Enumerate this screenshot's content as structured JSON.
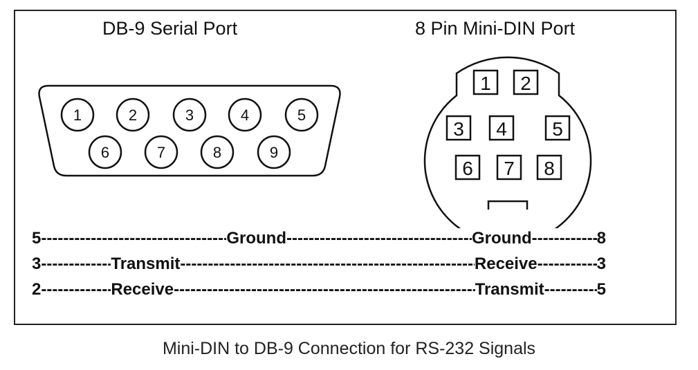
{
  "db9": {
    "title": "DB-9 Serial Port",
    "pins_top": [
      "1",
      "2",
      "3",
      "4",
      "5"
    ],
    "pins_bottom": [
      "6",
      "7",
      "8",
      "9"
    ]
  },
  "mini_din": {
    "title": "8 Pin Mini-DIN Port",
    "pins": [
      "1",
      "2",
      "3",
      "4",
      "5",
      "6",
      "7",
      "8"
    ]
  },
  "connections": [
    {
      "left_pin": "5",
      "left_label": "Ground",
      "right_label": "Ground",
      "right_pin": "8"
    },
    {
      "left_pin": "3",
      "left_label": "Transmit",
      "right_label": "Receive",
      "right_pin": "3"
    },
    {
      "left_pin": "2",
      "left_label": "Receive",
      "right_label": "Transmit",
      "right_pin": "5"
    }
  ],
  "caption": "Mini-DIN to DB-9 Connection for RS-232 Signals"
}
